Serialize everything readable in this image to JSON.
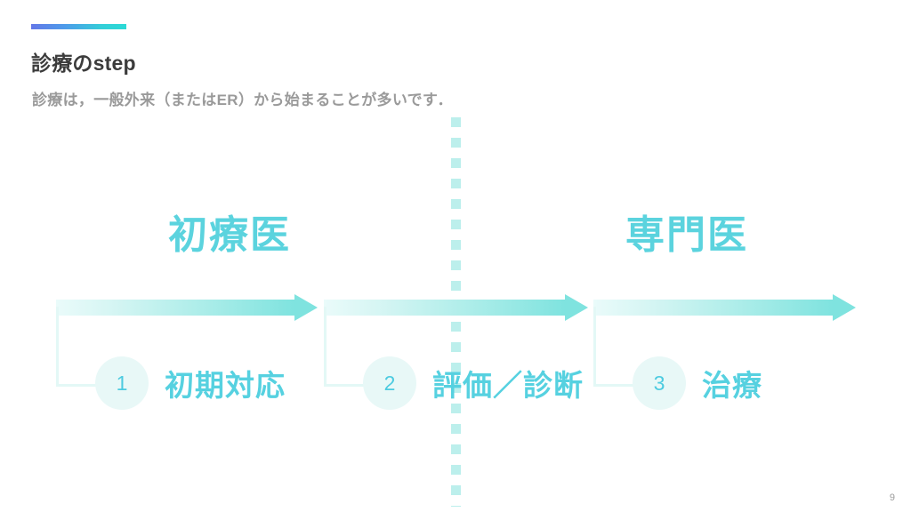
{
  "slide": {
    "title": "診療のstep",
    "subtitle": "診療は，一般外来（またはER）から始まることが多いです．",
    "page_number": "9",
    "accent_color_left": "#6478E8",
    "accent_color_right": "#2BDAD6",
    "arrow_color": "#7FE3DF",
    "label_color": "#56D1E0",
    "circle_bg_color": "#E8F8F7",
    "divider_color": "#BCEFEC",
    "title_color": "#3C3C3C",
    "subtitle_color": "#9A9A9A"
  },
  "roles": [
    {
      "label": "初療医"
    },
    {
      "label": "専門医"
    }
  ],
  "steps": [
    {
      "number": "1",
      "label": "初期対応"
    },
    {
      "number": "2",
      "label": "評価／診断"
    },
    {
      "number": "3",
      "label": "治療"
    }
  ]
}
